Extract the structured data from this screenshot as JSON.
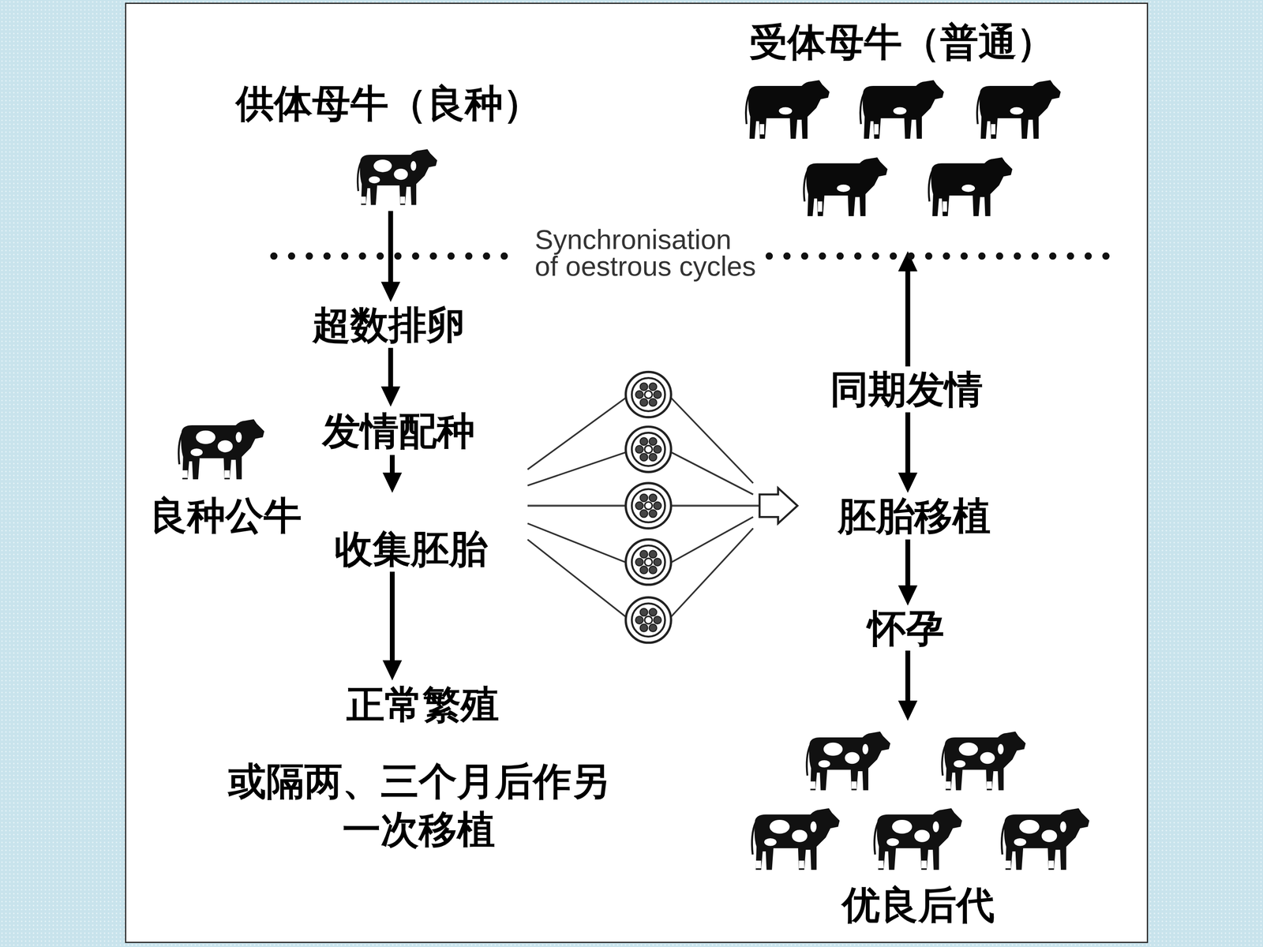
{
  "diagram": {
    "nodes": [
      {
        "text": [
          "受体母牛（普通）"
        ]
      },
      {
        "text": [
          "供体母牛（良种）"
        ]
      },
      {
        "text": [
          "超数排卵"
        ]
      },
      {
        "text": [
          "同期发情"
        ]
      },
      {
        "text": [
          "发情配种"
        ]
      },
      {
        "text": [
          "收集胚胎"
        ]
      },
      {
        "text": [
          "胚胎移植"
        ]
      },
      {
        "text": [
          "怀孕"
        ]
      },
      {
        "text": [
          "正常繁殖"
        ]
      },
      {
        "text": [
          "优良后代"
        ]
      }
    ],
    "edges": [
      {
        "from": 1,
        "to": 2,
        "arrow": "to"
      },
      {
        "from": 2,
        "to": 4,
        "arrow": "to"
      },
      {
        "from": 4,
        "to": 5,
        "arrow": "to"
      },
      {
        "from": 5,
        "to": 8,
        "arrow": "to"
      },
      {
        "from": 3,
        "to": 0,
        "arrow": "to"
      },
      {
        "from": 3,
        "to": 6,
        "arrow": "to"
      },
      {
        "from": 5,
        "to": 6,
        "arrow": "to"
      },
      {
        "from": 6,
        "to": 7,
        "arrow": "to"
      },
      {
        "from": 7,
        "to": 9,
        "arrow": "to"
      }
    ],
    "labels": [
      "Synchronisation of oestrous cycles",
      "良种公牛",
      "或隔两、三个月后作另 一次移植"
    ]
  }
}
